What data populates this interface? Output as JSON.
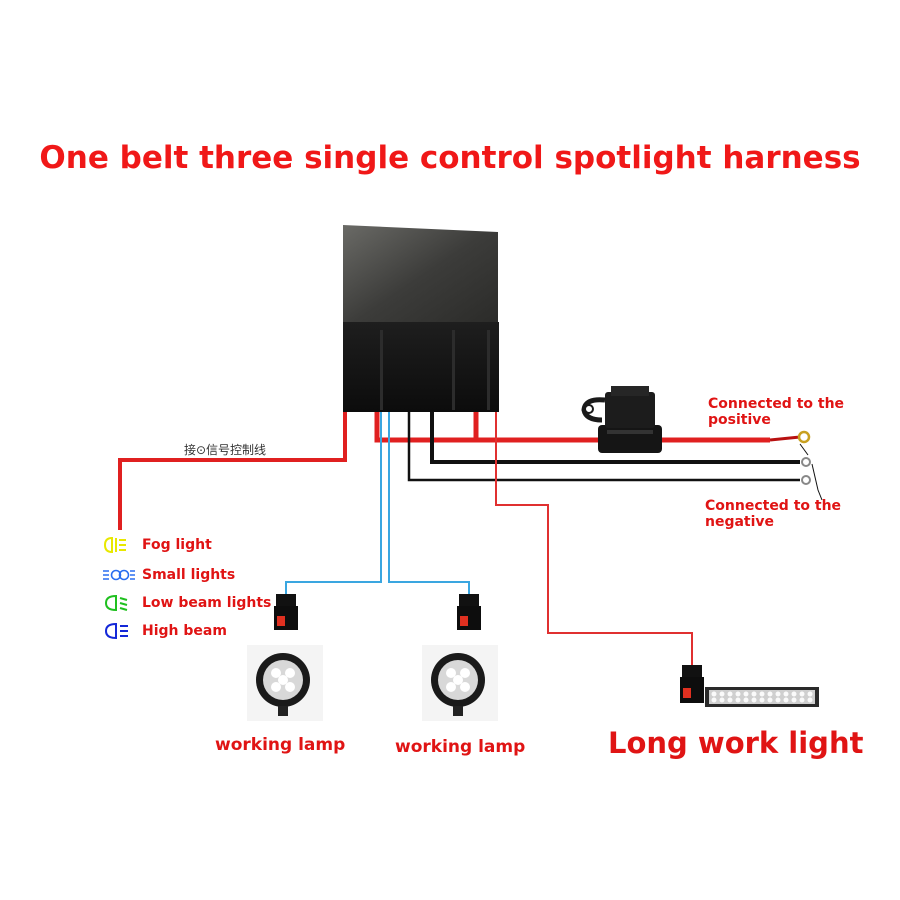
{
  "title": "One belt three single control spotlight harness",
  "signal_label": "接⊙信号控制线",
  "positive_label": "Connected to the positive",
  "negative_label": "Connected to the negative",
  "legend": [
    {
      "label": "Fog light",
      "icon": "fog-light-icon",
      "color": "#e8e800"
    },
    {
      "label": "Small lights",
      "icon": "small-lights-icon",
      "color": "#2a6ef0"
    },
    {
      "label": "Low beam lights",
      "icon": "low-beam-icon",
      "color": "#20c020"
    },
    {
      "label": "High beam",
      "icon": "high-beam-icon",
      "color": "#1428d8"
    }
  ],
  "lamps": [
    {
      "label": "working lamp"
    },
    {
      "label": "working lamp"
    }
  ],
  "long_light_label": "Long work light",
  "colors": {
    "title": "#f01818",
    "red_wire": "#e02020",
    "black_wire": "#111111",
    "blue_wire": "#3aa6e0",
    "thin_red_wire": "#e03030"
  }
}
